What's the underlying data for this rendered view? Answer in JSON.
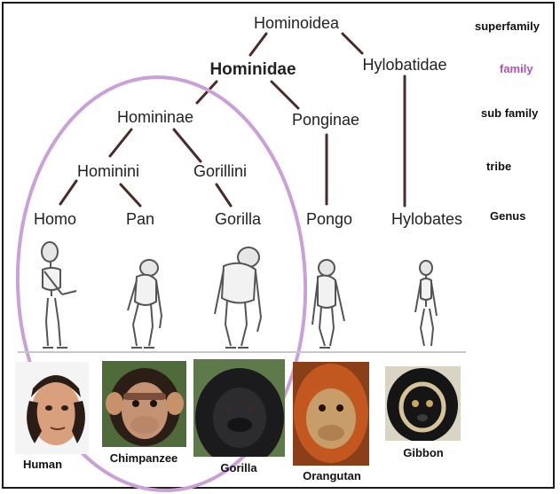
{
  "nodes": {
    "hominoidea": "Hominoidea",
    "hominidae": "Hominidae",
    "hylobatidae": "Hylobatidae",
    "homininae": "Homininae",
    "ponginae": "Ponginae",
    "hominini": "Hominini",
    "gorillini": "Gorillini",
    "homo": "Homo",
    "pan": "Pan",
    "gorilla": "Gorilla",
    "pongo": "Pongo",
    "hylobates": "Hylobates"
  },
  "ranks": {
    "superfamily": "superfamily",
    "family": "family",
    "subfamily": "sub family",
    "tribe": "tribe",
    "genus": "Genus"
  },
  "captions": {
    "human": "Human",
    "chimpanzee": "Chimpanzee",
    "gorilla": "Gorilla",
    "orangutan": "Orangutan",
    "gibbon": "Gibbon"
  },
  "colors": {
    "line": "#4a2a2a",
    "family_label": "#b34fc0",
    "ellipse": "#c9a0d8"
  }
}
